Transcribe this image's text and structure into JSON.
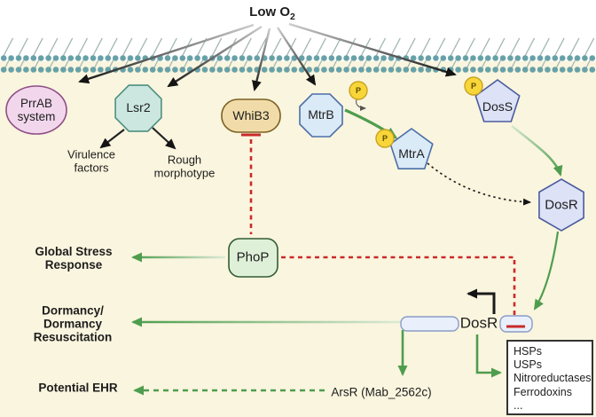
{
  "palette": {
    "background_lower": "#FAF5DE",
    "background_upper": "#FFFFFF",
    "membrane_teal": "#67A1A7",
    "activation_green": "#4E9D4E",
    "inhibition_red": "#C92A2A",
    "arrow_black": "#1A1A1A",
    "phosphate_yellow": "#F8D639"
  },
  "stimulus": {
    "label": "Low O",
    "subscript": "2"
  },
  "nodes": {
    "prrab": "PrrAB\nsystem",
    "lsr2": "Lsr2",
    "whib3": "WhiB3",
    "mtrb": "MtrB",
    "mtra": "MtrA",
    "doss": "DosS",
    "dosr_sensor": "DosR",
    "phop": "PhoP",
    "dosr_gene": "DosR",
    "arsr": "ArsR (Mab_2562c)",
    "phosphate": "P"
  },
  "outcomes": {
    "virulence": "Virulence\nfactors",
    "rough": "Rough\nmorphotype",
    "global_stress": "Global Stress\nResponse",
    "dormancy": "Dormancy/\nDormancy\nResuscitation",
    "potential_ehr": "Potential EHR"
  },
  "regulon_box": {
    "items": [
      "HSPs",
      "USPs",
      "Nitroreductases",
      "Ferrodoxins",
      "..."
    ]
  }
}
